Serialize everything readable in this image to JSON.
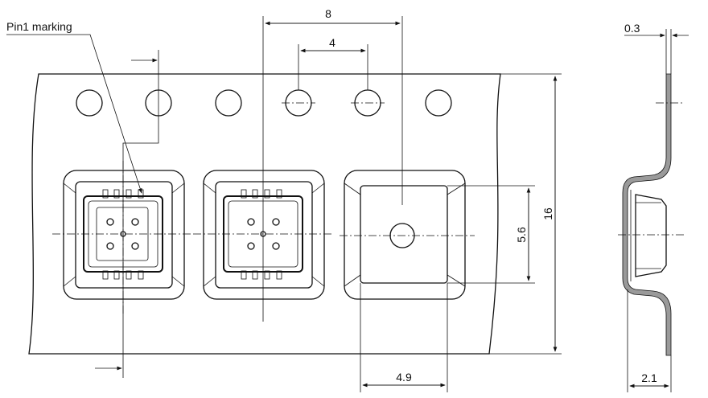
{
  "labels": {
    "pin1_marking": "Pin1 marking",
    "dim_pitch": "8",
    "dim_hole_pitch": "4",
    "dim_height": "16",
    "dim_pocket": "5.6",
    "dim_pocket_width": "4.9",
    "dim_thickness": "0.3",
    "dim_depth": "2.1"
  }
}
